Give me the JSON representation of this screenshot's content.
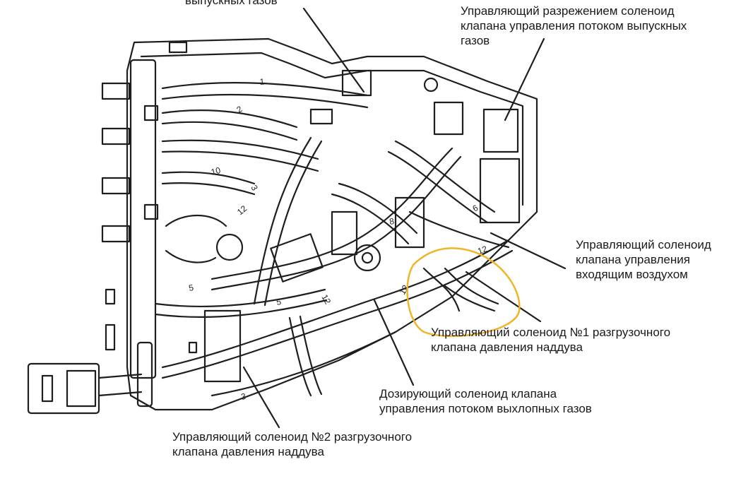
{
  "labels": {
    "top_left": [
      "выпускных газов"
    ],
    "top_right": [
      "Управляющий разрежением соленоид",
      "клапана управления потоком выпускных",
      "газов"
    ],
    "right_middle": [
      "Управляющий соленоид",
      "клапана управления",
      "входящим воздухом"
    ],
    "right_lower": [
      "Управляющий соленоид №1 разгрузочного",
      "клапана давления наддува"
    ],
    "bottom_center": [
      "Дозирующий соленоид клапана",
      "управления потоком выхлопных газов"
    ],
    "bottom_left": [
      "Управляющий соленоид №2 разгрузочного",
      "клапана давления наддува"
    ]
  },
  "hose_numbers": [
    "1",
    "2",
    "10",
    "3",
    "12",
    "5",
    "5",
    "8",
    "6",
    "12",
    "12",
    "12",
    "3"
  ],
  "colors": {
    "line": "#1e1e1e",
    "highlight": "#f0b429",
    "text": "#1a1a1a"
  }
}
